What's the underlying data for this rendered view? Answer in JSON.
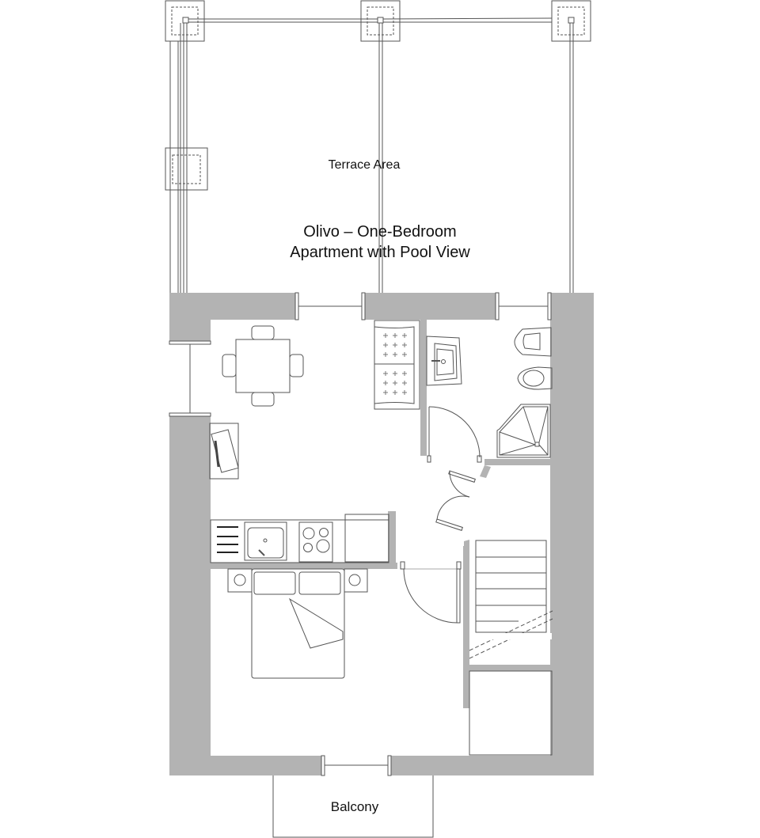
{
  "plan": {
    "title_line1": "Olivo – One-Bedroom",
    "title_line2": "Apartment with Pool View",
    "rooms": {
      "terrace": "Terrace Area",
      "balcony": "Balcony"
    },
    "colors": {
      "wall": "#b3b3b3",
      "line": "#555555",
      "background": "#ffffff"
    },
    "features": [
      "pergola-columns",
      "dining-table-4-chairs",
      "sofa",
      "tv-unit",
      "kitchen-counter",
      "sink",
      "cooktop",
      "fridge",
      "double-bed",
      "nightstands",
      "bathroom-sink",
      "bidet",
      "toilet",
      "corner-shower",
      "staircase",
      "closet"
    ]
  }
}
